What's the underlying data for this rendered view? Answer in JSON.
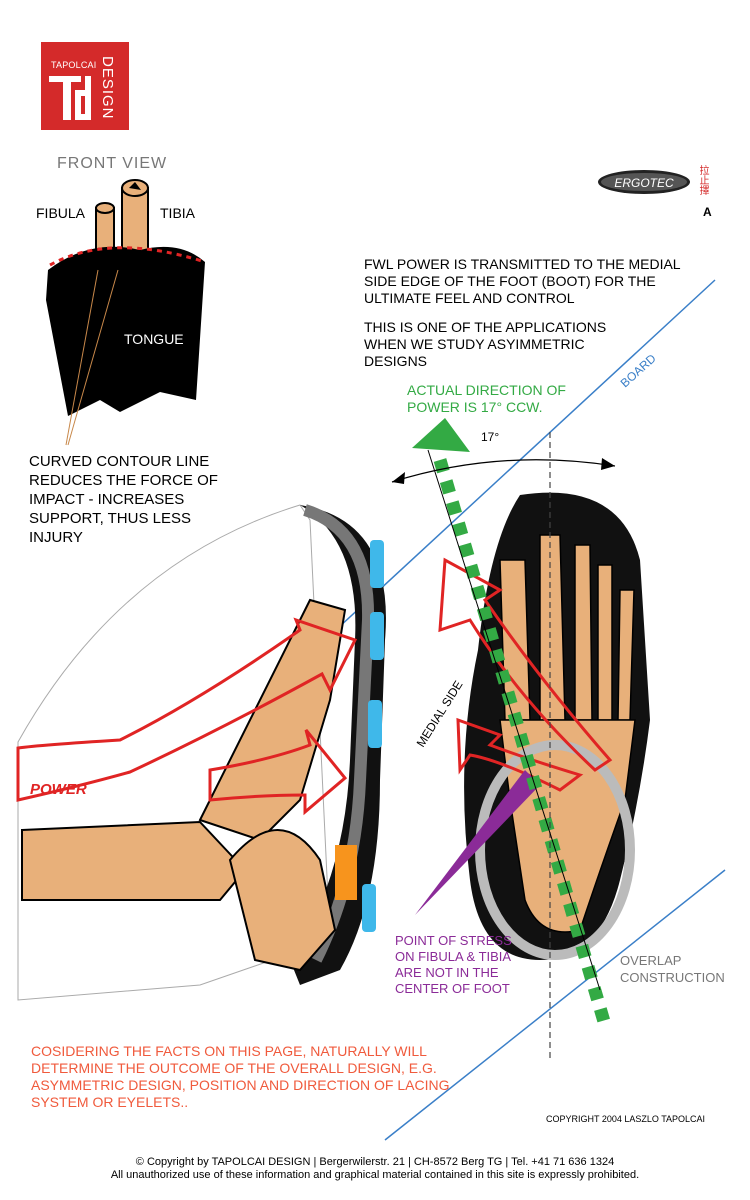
{
  "logo": {
    "word": "TAPOLCAI",
    "design": "DESIGN"
  },
  "front_view": {
    "title": "FRONT VIEW",
    "fibula": "FIBULA",
    "tibia": "TIBIA",
    "tongue": "TONGUE",
    "curved_note": "CURVED CONTOUR LINE REDUCES THE FORCE OF IMPACT - INCREASES SUPPORT, THUS LESS INJURY"
  },
  "ergotec": {
    "text": "ERGOTEC",
    "chinese": "拉止擇",
    "letter": "A"
  },
  "notes": {
    "fwl": "FWL POWER IS TRANSMITTED TO THE MEDIAL SIDE EDGE OF THE FOOT (BOOT) FOR THE ULTIMATE FEEL AND CONTROL",
    "study": "THIS IS ONE OF THE APPLICATIONS WHEN WE STUDY ASYIMMETRIC DESIGNS",
    "actual_direction": "ACTUAL DIRECTION OF POWER IS 17° CCW.",
    "board": "BOARD",
    "angle": "17°",
    "medial_side": "MEDIAL SIDE",
    "power": "POWER",
    "stress": "POINT OF STRESS ON FIBULA & TIBIA ARE NOT IN THE CENTER OF FOOT",
    "overlap": "OVERLAP CONSTRUCTION",
    "considering": "COSIDERING THE FACTS ON THIS PAGE, NATURALLY WILL DETERMINE THE OUTCOME OF THE OVERALL DESIGN, E.G. ASYMMETRIC DESIGN, POSITION AND DIRECTION OF LACING SYSTEM OR EYELETS..",
    "copyright_2004": "COPYRIGHT 2004  LASZLO TAPOLCAI"
  },
  "footer": {
    "line1": "© Copyright by TAPOLCAI DESIGN  |  Bergerwilerstr. 21  |  CH-8572 Berg TG  |  Tel. +41 71 636 1324",
    "line2": "All unauthorized use of these information and graphical material contained in this site is expressly prohibited."
  },
  "colors": {
    "logo_red": "#d42a2a",
    "bone": "#e8b07a",
    "arrow_red": "#e02424",
    "green": "#33aa44",
    "board_blue": "#3a7fc8",
    "sole_blue": "#3fb8ea",
    "stress_purple": "#8b2b98",
    "note_orange": "#f05a3c"
  }
}
